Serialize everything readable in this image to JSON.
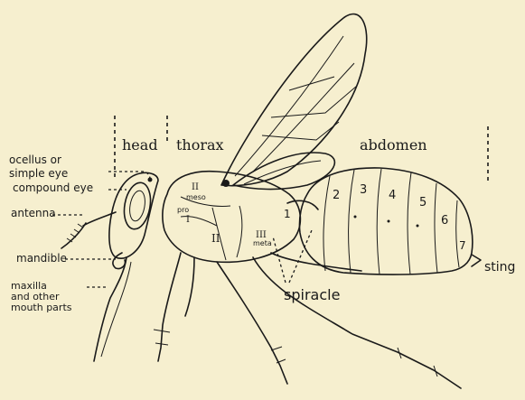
{
  "regions": {
    "head": "head",
    "thorax": "thorax",
    "abdomen": "abdomen"
  },
  "labels": {
    "ocellus_line1": "ocellus or",
    "ocellus_line2": "simple eye",
    "compound_eye": "compound eye",
    "antenna": "antenna",
    "mandible": "mandible",
    "maxilla_line1": "maxilla",
    "maxilla_line2": "and other",
    "maxilla_line3": "mouth parts",
    "spiracle": "spiracle",
    "sting": "sting"
  },
  "thorax_labels": {
    "pro": "pro",
    "meso": "meso",
    "meta": "meta",
    "roman_1": "I",
    "roman_2": "II",
    "roman_3": "III"
  },
  "segments": [
    "1",
    "2",
    "3",
    "4",
    "5",
    "6",
    "7"
  ],
  "colors": {
    "background": "#f6efcf",
    "ink": "#1a1a1a"
  }
}
